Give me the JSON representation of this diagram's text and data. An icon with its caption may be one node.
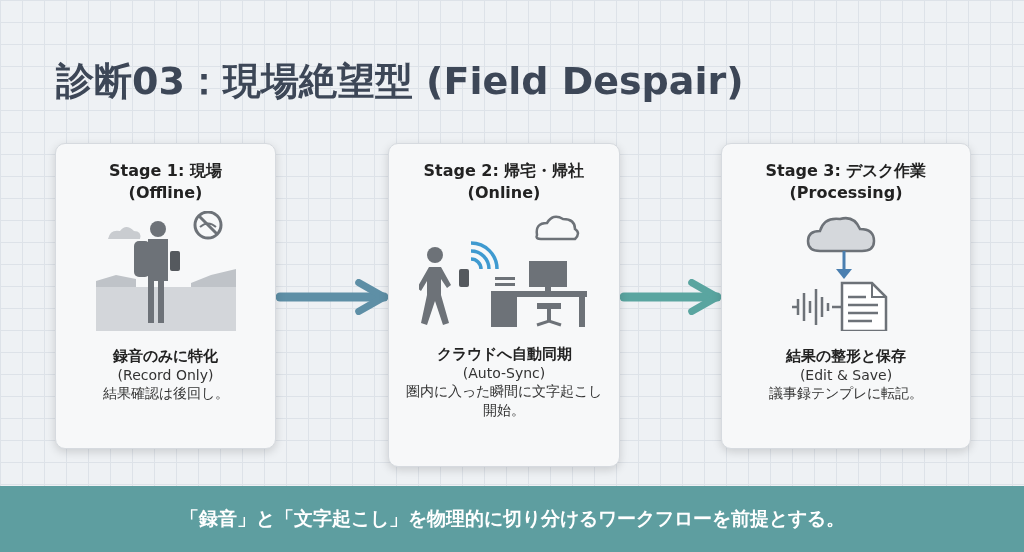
{
  "diagram": {
    "title": "診断03：現場絶望型 (Field Despair)",
    "nodes": [
      {
        "text": [
          "Stage 1: 現場 (Offline)",
          "録音のみに特化",
          "(Record Only)",
          "結果確認は後回し。"
        ]
      },
      {
        "text": [
          "Stage 2: 帰宅・帰社 (Online)",
          "クラウドへ自動同期",
          "(Auto-Sync)",
          "圏内に入った瞬間に文字起こし開始。"
        ]
      },
      {
        "text": [
          "Stage 3: デスク作業 (Processing)",
          "結果の整形と保存",
          "(Edit & Save)",
          "議事録テンプレに転記。"
        ]
      },
      {
        "text": [
          "「録音」と「文字起こし」を物理的に切り分けるワークフローを前提とする。"
        ]
      }
    ],
    "edges": [
      {
        "from": 0,
        "to": 1,
        "arrow": "to",
        "color": "#5e8fa6"
      },
      {
        "from": 1,
        "to": 2,
        "arrow": "to",
        "color": "#5aa5a0"
      }
    ]
  }
}
